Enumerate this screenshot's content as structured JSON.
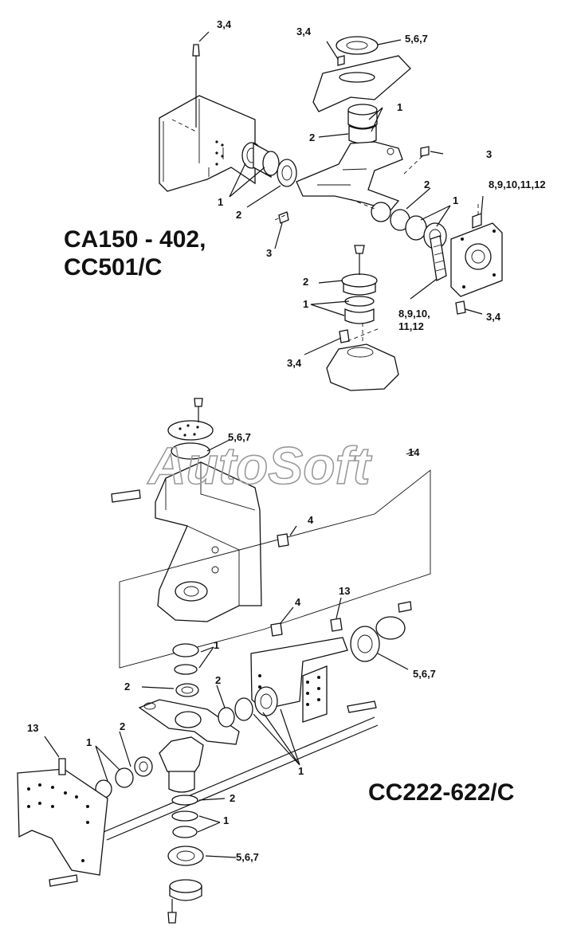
{
  "models": {
    "upper": [
      "CA150 - 402,",
      "CC501/C"
    ],
    "lower": "CC222-622/C"
  },
  "watermark": "AutoSoft",
  "callouts_upper": {
    "c1": "3,4",
    "c2": "3,4",
    "c3": "5,6,7",
    "c4": "1",
    "c5": "2",
    "c6": "3",
    "c7": "1",
    "c8": "2",
    "c9": "2",
    "c10": "1",
    "c11": "8,9,10,11,12",
    "c12": "3",
    "c13": "2",
    "c14": "1",
    "c15": "8,9,10,",
    "c16": "11,12",
    "c17": "3,4",
    "c18": "3,4"
  },
  "callouts_lower": {
    "d1": "5,6,7",
    "d2": "14",
    "d3": "4",
    "d4": "4",
    "d5": "13",
    "d6": "1",
    "d7": "2",
    "d8": "2",
    "d9": "5,6,7",
    "d10": "13",
    "d11": "2",
    "d12": "1",
    "d13": "1",
    "d14": "2",
    "d15": "1",
    "d16": "5,6,7"
  }
}
